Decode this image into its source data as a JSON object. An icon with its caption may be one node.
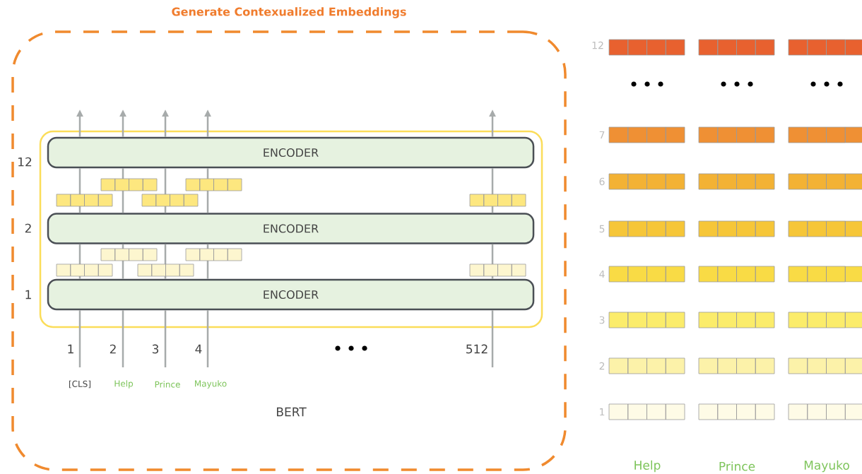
{
  "diagram": {
    "nodes": [
      {
        "text": [
          "Generate Contexualized Embeddings",
          "BERT"
        ]
      },
      {
        "text": [],
        "shape": "box",
        "in": 0
      },
      {
        "text": [
          "ENCODER"
        ],
        "in": 1
      },
      {
        "text": [
          "ENCODER"
        ],
        "in": 1
      },
      {
        "text": [
          "ENCODER"
        ],
        "in": 1
      }
    ],
    "edges": [
      {
        "from": null,
        "to": 4,
        "arrow": "none"
      },
      {
        "from": 4,
        "to": 3,
        "arrow": "none"
      },
      {
        "from": 3,
        "to": 2,
        "arrow": "none"
      },
      {
        "from": 2,
        "to": null,
        "arrow": "to"
      },
      {
        "from": null,
        "to": 4,
        "arrow": "none"
      },
      {
        "from": 4,
        "to": 3,
        "arrow": "none"
      },
      {
        "from": 3,
        "to": 2,
        "arrow": "none"
      },
      {
        "from": 2,
        "to": null,
        "arrow": "to"
      },
      {
        "from": null,
        "to": 4,
        "arrow": "none"
      },
      {
        "from": 4,
        "to": 3,
        "arrow": "none"
      },
      {
        "from": 3,
        "to": 2,
        "arrow": "none"
      },
      {
        "from": 2,
        "to": null,
        "arrow": "to"
      },
      {
        "from": null,
        "to": 4,
        "arrow": "none"
      },
      {
        "from": 4,
        "to": 3,
        "arrow": "none"
      },
      {
        "from": 3,
        "to": 2,
        "arrow": "none"
      },
      {
        "from": 2,
        "to": null,
        "arrow": "to"
      },
      {
        "from": null,
        "to": 4,
        "arrow": "none"
      },
      {
        "from": 4,
        "to": 3,
        "arrow": "none"
      },
      {
        "from": 3,
        "to": 2,
        "arrow": "none"
      },
      {
        "from": 2,
        "to": null,
        "arrow": "to"
      }
    ],
    "labels": [
      "12",
      "2",
      "1",
      "1",
      "2",
      "3",
      "4",
      "512",
      "[CLS]",
      "Help",
      "Prince",
      "Mayuko",
      "12",
      "7",
      "6",
      "5",
      "4",
      "3",
      "2",
      "1",
      "Help",
      "Prince",
      "Mayuko"
    ]
  }
}
